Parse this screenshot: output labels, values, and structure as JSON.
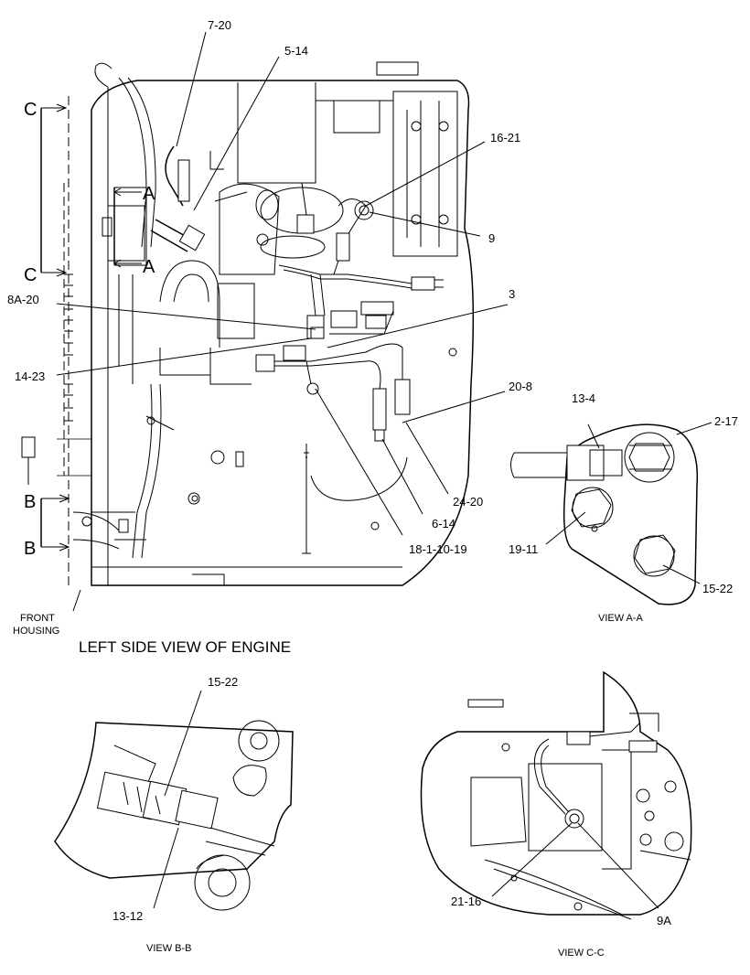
{
  "main_view": {
    "title": "LEFT SIDE VIEW OF ENGINE",
    "front_housing": [
      "FRONT",
      "HOUSING"
    ],
    "section_markers": {
      "a": "A",
      "b": "B",
      "c": "C"
    },
    "callouts": {
      "c7_20": "7-20",
      "c5_14": "5-14",
      "c16_21": "16-21",
      "c9": "9",
      "c3": "3",
      "c8a_20": "8A-20",
      "c14_23": "14-23",
      "c20_8": "20-8",
      "c24_20": "24-20",
      "c6_14": "6-14",
      "c18_1_10_19": "18-1-10-19"
    }
  },
  "view_aa": {
    "caption": "VIEW A-A",
    "callouts": {
      "c13_4": "13-4",
      "c2_17": "2-17",
      "c19_11": "19-11",
      "c15_22": "15-22"
    }
  },
  "view_bb": {
    "caption": "VIEW B-B",
    "callouts": {
      "c15_22": "15-22",
      "c13_12": "13-12"
    }
  },
  "view_cc": {
    "caption": "VIEW C-C",
    "callouts": {
      "c21_16": "21-16",
      "c9a": "9A"
    }
  }
}
